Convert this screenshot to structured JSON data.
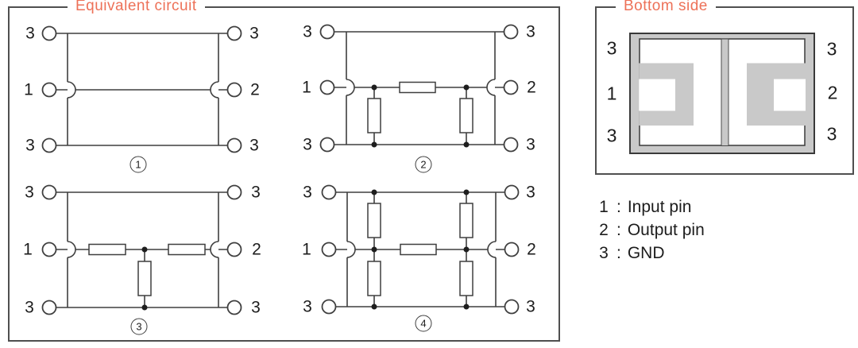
{
  "colors": {
    "accent_orange": "#ed7158",
    "line": "#3f3f3f",
    "text": "#1c1c1c",
    "package_gray": "#c9c9c9",
    "frame_border": "#4f4f4f"
  },
  "equivalent_circuit": {
    "title": "Equivalent circuit",
    "circuits": [
      {
        "number": "1",
        "pins": [
          "3",
          "1",
          "3",
          "3",
          "2",
          "3"
        ]
      },
      {
        "number": "2",
        "pins": [
          "3",
          "1",
          "3",
          "3",
          "2",
          "3"
        ]
      },
      {
        "number": "3",
        "pins": [
          "3",
          "1",
          "3",
          "3",
          "2",
          "3"
        ]
      },
      {
        "number": "4",
        "pins": [
          "3",
          "1",
          "3",
          "3",
          "2",
          "3"
        ]
      }
    ]
  },
  "bottom_side": {
    "title": "Bottom side",
    "pins": [
      "3",
      "1",
      "3",
      "3",
      "2",
      "3"
    ]
  },
  "legend": {
    "separator": ":",
    "items": [
      {
        "num": "1",
        "label": "Input pin"
      },
      {
        "num": "2",
        "label": "Output pin"
      },
      {
        "num": "3",
        "label": "GND"
      }
    ]
  }
}
